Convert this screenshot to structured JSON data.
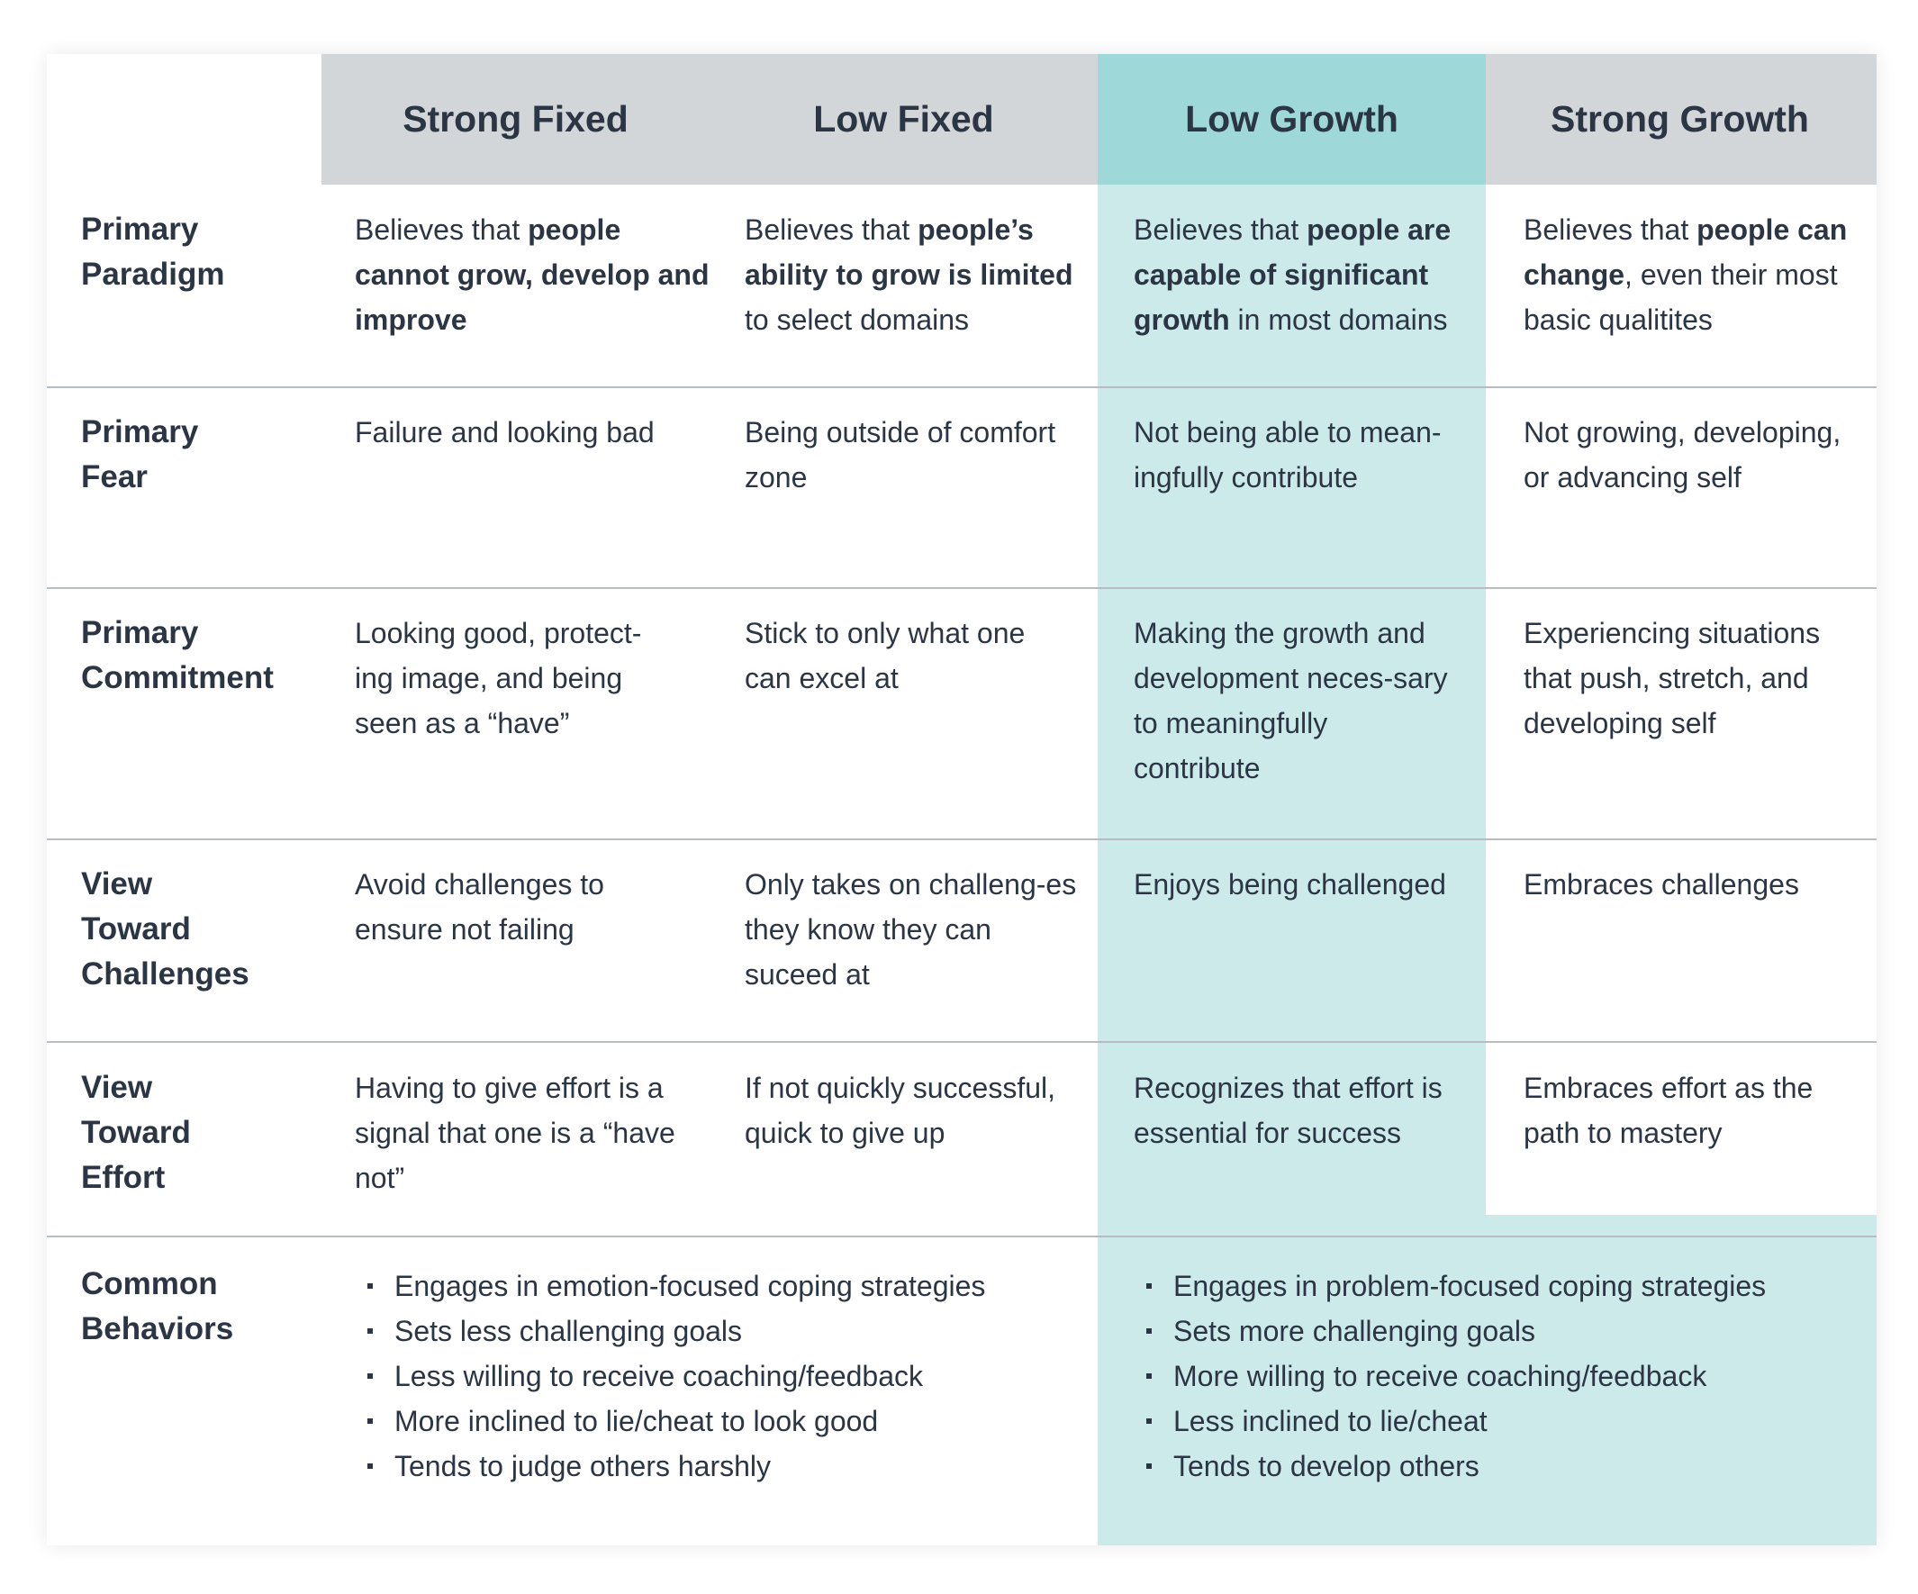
{
  "colors": {
    "header_gray": "#d3d6d9",
    "header_teal": "#9fd8d9",
    "body_teal": "#cceaea",
    "text": "#2b3544",
    "divider": "#b7bcc2"
  },
  "columns": [
    "Strong Fixed",
    "Low Fixed",
    "Low Growth",
    "Strong Growth"
  ],
  "rows": [
    {
      "label": "Primary\nParadigm",
      "cells": [
        {
          "pre": "Believes that ",
          "bold": "people cannot grow, develop and improve",
          "post": ""
        },
        {
          "pre": "Believes that ",
          "bold": "people’s ability to grow is limited",
          "post": " to select domains"
        },
        {
          "pre": "Believes that ",
          "bold": "people are capable of significant growth",
          "post": " in most domains"
        },
        {
          "pre": "Believes that ",
          "bold": "people can change",
          "post": ", even their most basic qualitites"
        }
      ]
    },
    {
      "label": "Primary\nFear",
      "cells": [
        {
          "text": "Failure and looking bad"
        },
        {
          "text": "Being outside of comfort zone"
        },
        {
          "text": "Not being able to mean-ingfully contribute"
        },
        {
          "text": "Not growing, developing, or advancing self"
        }
      ]
    },
    {
      "label": "Primary\nCommitment",
      "cells": [
        {
          "text": "Looking good, protect-ing image, and being seen as a “have”"
        },
        {
          "text": "Stick to only what one can excel at"
        },
        {
          "text": "Making the growth and development neces-sary to meaningfully contribute"
        },
        {
          "text": "Experiencing situations that push, stretch, and developing self"
        }
      ]
    },
    {
      "label": "View\nToward\nChallenges",
      "cells": [
        {
          "text": "Avoid challenges to ensure not failing"
        },
        {
          "text": "Only takes on challeng-es they know they can suceed at"
        },
        {
          "text": "Enjoys being challenged"
        },
        {
          "text": "Embraces challenges"
        }
      ]
    },
    {
      "label": "View\nToward\nEffort",
      "cells": [
        {
          "text": "Having to give effort is a signal that one is a “have not”"
        },
        {
          "text": "If not quickly successful, quick to give up"
        },
        {
          "text": "Recognizes that effort is essential for success"
        },
        {
          "text": "Embraces effort as the path to mastery"
        }
      ]
    }
  ],
  "common_behaviors": {
    "label": "Common\nBehaviors",
    "fixed": [
      "Engages in emotion-focused coping strategies",
      "Sets less challenging goals",
      "Less willing to receive coaching/feedback",
      "More inclined to lie/cheat to look good",
      "Tends to judge others harshly"
    ],
    "growth": [
      "Engages in problem-focused coping strategies",
      "Sets more challenging goals",
      "More willing to receive coaching/feedback",
      "Less inclined to lie/cheat",
      "Tends to develop others"
    ]
  }
}
